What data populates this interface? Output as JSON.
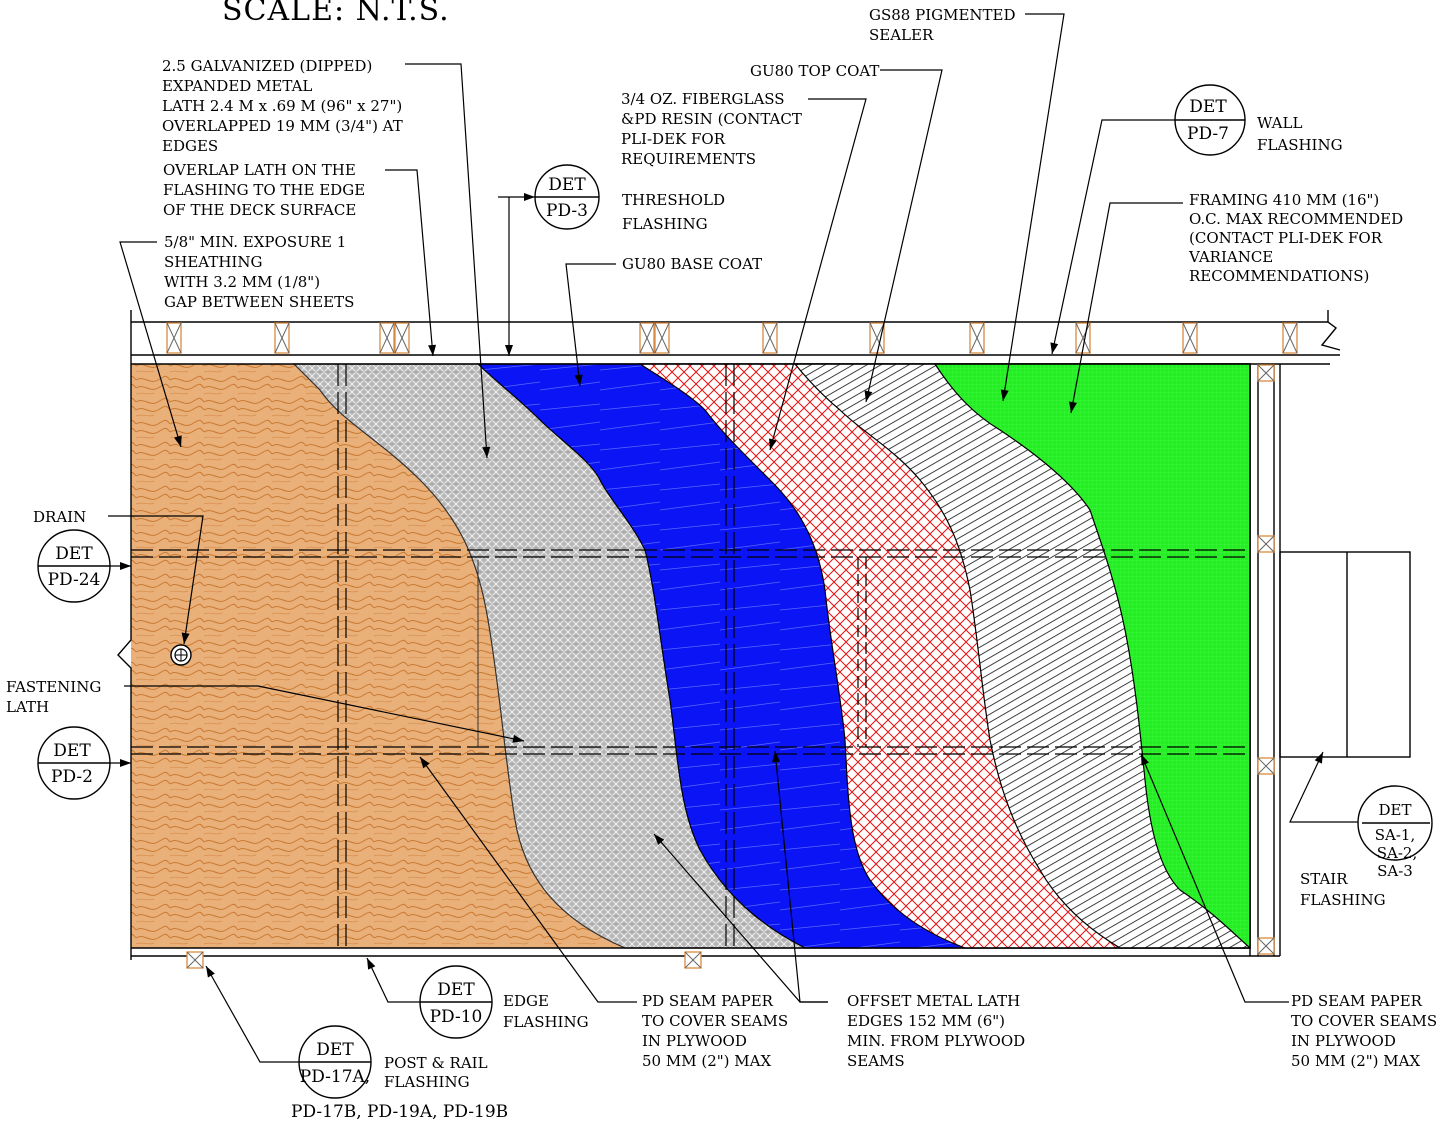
{
  "title": "SCALE: N.T.S.",
  "labels": {
    "lath": [
      "2.5 GALVANIZED (DIPPED)",
      "EXPANDED METAL",
      "LATH 2.4 M x .69 M (96\" x 27\")",
      "OVERLAPPED 19 MM (3/4\") AT",
      "EDGES"
    ],
    "overlap": [
      "OVERLAP LATH ON THE",
      "FLASHING TO THE EDGE",
      "OF THE DECK SURFACE"
    ],
    "sheathing": [
      "5/8\" MIN. EXPOSURE 1",
      "SHEATHING",
      "WITH 3.2 MM (1/8\")",
      "GAP BETWEEN SHEETS"
    ],
    "topcoat": [
      "GU80 TOP COAT"
    ],
    "sealer": [
      "GS88 PIGMENTED",
      "SEALER"
    ],
    "fiberglass": [
      "3/4 OZ. FIBERGLASS",
      "&PD RESIN (CONTACT",
      "PLI-DEK FOR",
      "REQUIREMENTS"
    ],
    "basecoat": [
      "GU80 BASE COAT"
    ],
    "framing": [
      "FRAMING 410 MM (16\")",
      "O.C. MAX RECOMMENDED",
      "(CONTACT PLI-DEK FOR",
      "VARIANCE",
      "RECOMMENDATIONS)"
    ],
    "threshold": [
      "THRESHOLD",
      "FLASHING"
    ],
    "wall": [
      "WALL",
      "FLASHING"
    ],
    "drain": [
      "DRAIN"
    ],
    "fastening": [
      "FASTENING",
      "LATH"
    ],
    "edge": [
      "EDGE",
      "FLASHING"
    ],
    "seam_left": [
      "PD SEAM PAPER",
      "TO COVER SEAMS",
      "IN PLYWOOD",
      "50 MM (2\") MAX"
    ],
    "offset": [
      "OFFSET METAL LATH",
      "EDGES 152 MM (6\")",
      "MIN. FROM PLYWOOD",
      "SEAMS"
    ],
    "seam_right": [
      "PD SEAM PAPER",
      "TO COVER SEAMS",
      "IN PLYWOOD",
      "50 MM (2\") MAX"
    ],
    "stair": [
      "STAIR",
      "FLASHING"
    ],
    "post": [
      "POST & RAIL",
      "FLASHING"
    ],
    "post_refs": [
      "PD-17B, PD-19A, PD-19B"
    ]
  },
  "details": {
    "pd3": {
      "top": "DET",
      "bottom": "PD-3"
    },
    "pd7": {
      "top": "DET",
      "bottom": "PD-7"
    },
    "pd24": {
      "top": "DET",
      "bottom": "PD-24"
    },
    "pd2": {
      "top": "DET",
      "bottom": "PD-2"
    },
    "pd10": {
      "top": "DET",
      "bottom": "PD-10"
    },
    "pd17": {
      "top": "DET",
      "bottom": "PD-17A,"
    },
    "sa": {
      "top": "DET",
      "bottom": [
        "SA-1,",
        "SA-2,",
        "SA-3"
      ]
    }
  },
  "colors": {
    "plywood": "#e8a664",
    "plywood_grain": "#c87a33",
    "lath": "#b4b4b4",
    "basecoat": "#0a14f5",
    "fiberglass_grid": "#ee1111",
    "topcoat_hatch": "#111111",
    "sealer": "#22ee22",
    "blocking": "#d98a40"
  }
}
